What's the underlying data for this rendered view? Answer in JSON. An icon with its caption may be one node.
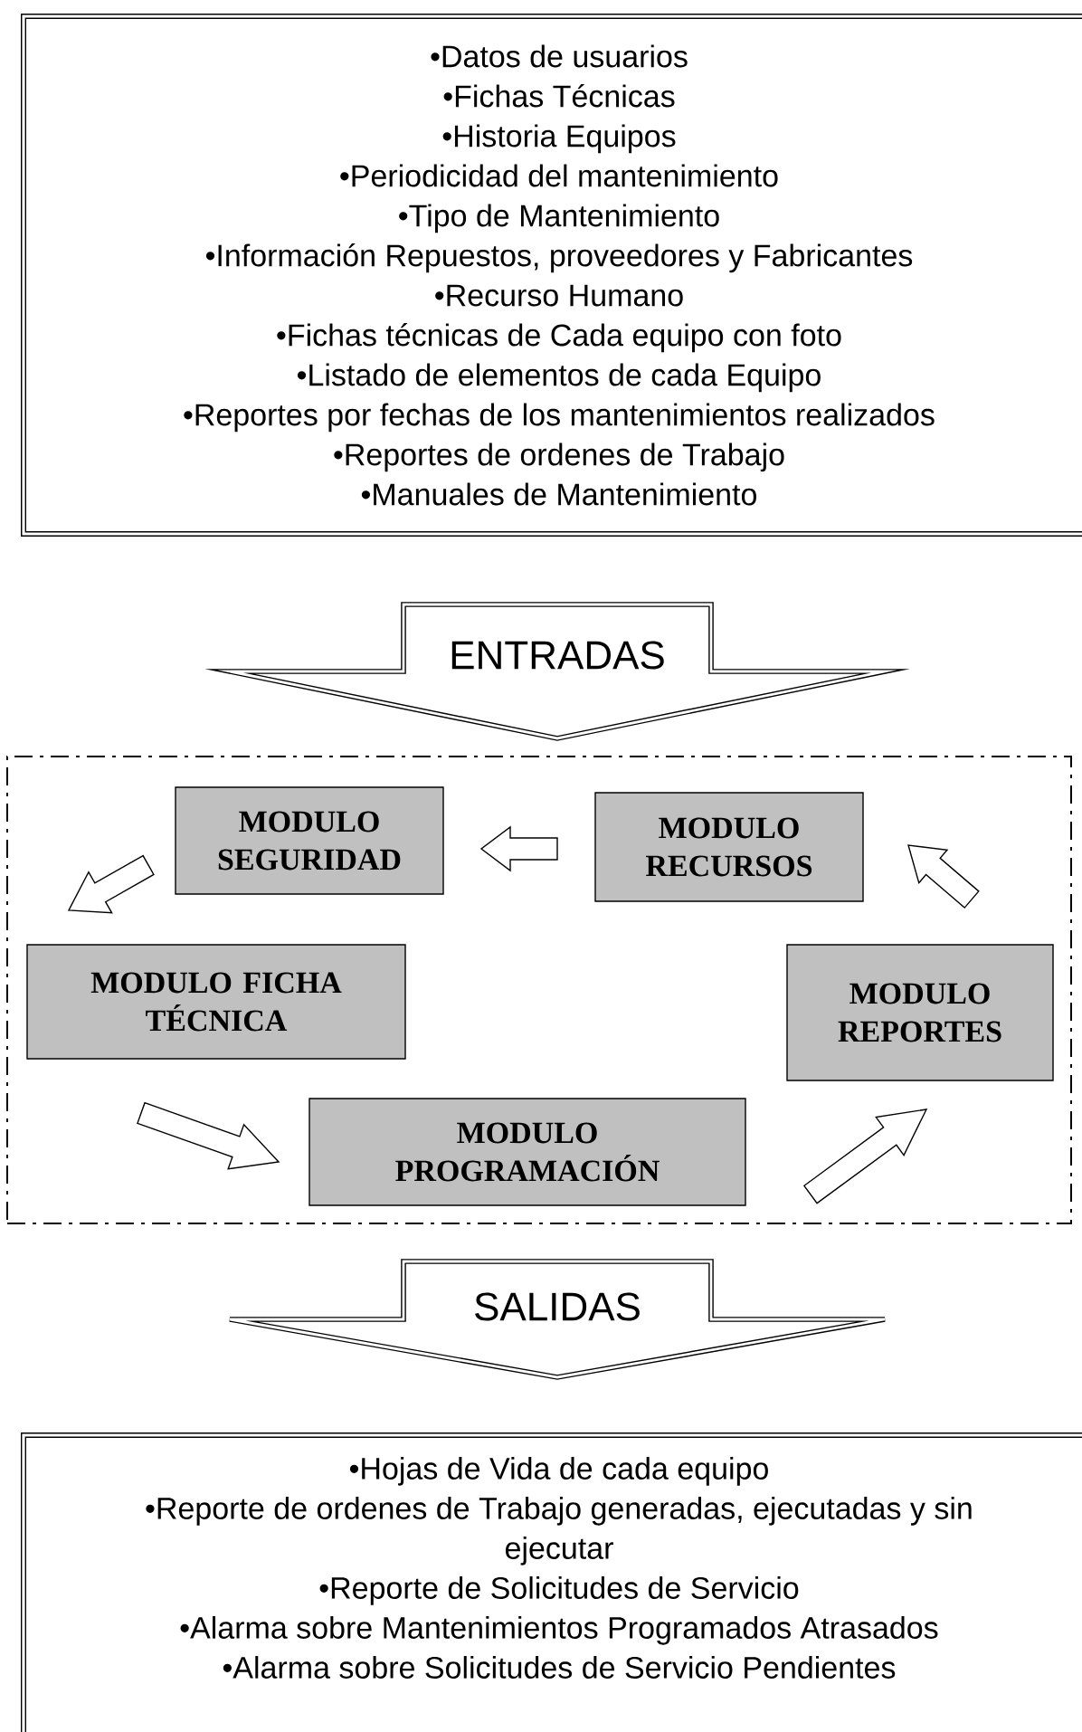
{
  "diagram": {
    "nodes": [
      {
        "text": [
          "•Datos de usuarios",
          "•Fichas Técnicas",
          "•Historia Equipos",
          "•Periodicidad del mantenimiento",
          "•Tipo de Mantenimiento",
          "•Información Repuestos, proveedores y Fabricantes",
          "•Recurso Humano",
          "•Fichas técnicas de Cada equipo con foto",
          "•Listado de elementos de cada Equipo",
          "•Reportes por fechas de los mantenimientos  realizados",
          "•Reportes de ordenes de Trabajo",
          "•Manuales de Mantenimiento"
        ]
      },
      {
        "text": [],
        "shape": "box"
      },
      {
        "text": [
          "MODULO SEGURIDAD"
        ],
        "in": 1
      },
      {
        "text": [
          "MODULO RECURSOS"
        ],
        "in": 1
      },
      {
        "text": [
          "MODULO FICHA TÉCNICA"
        ],
        "in": 1
      },
      {
        "text": [
          "MODULO REPORTES"
        ],
        "in": 1
      },
      {
        "text": [
          "MODULO PROGRAMACIÓN"
        ],
        "in": 1
      },
      {
        "text": [
          "•Hojas de Vida de cada equipo",
          "•Reporte de ordenes de Trabajo generadas, ejecutadas y sin ejecutar",
          "•Reporte de Solicitudes de Servicio",
          "•Alarma sobre Mantenimientos Programados Atrasados",
          "•Alarma sobre Solicitudes de Servicio Pendientes"
        ]
      }
    ],
    "edges": [
      {
        "from": 0,
        "to": 1,
        "arrow": "to",
        "label": "ENTRADAS"
      },
      {
        "from": 3,
        "to": 2,
        "arrow": "to"
      },
      {
        "from": 2,
        "to": 4,
        "arrow": "to"
      },
      {
        "from": 4,
        "to": 6,
        "arrow": "to"
      },
      {
        "from": 6,
        "to": 5,
        "arrow": "to"
      },
      {
        "from": 5,
        "to": 3,
        "arrow": "to"
      },
      {
        "from": 1,
        "to": 7,
        "arrow": "to",
        "label": "SALIDAS"
      }
    ]
  }
}
